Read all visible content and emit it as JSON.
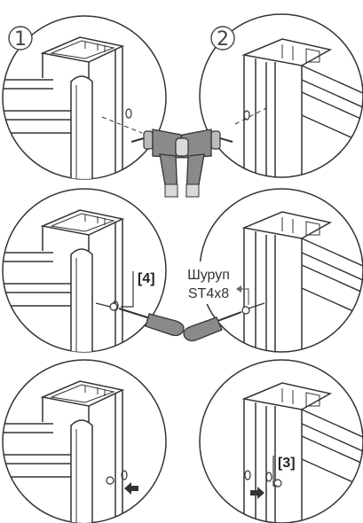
{
  "steps": [
    {
      "number": "1"
    },
    {
      "number": "2"
    }
  ],
  "labels": {
    "part_ref_left": "[4]",
    "part_ref_right": "[3]",
    "screw_name": "Шуруп",
    "screw_size": "ST4x8"
  },
  "colors": {
    "line": "#333333",
    "tool_gray": "#8a8a8a",
    "tool_light": "#d9d9d9",
    "background": "#ffffff"
  },
  "icons": [
    "drill-icon",
    "screwdriver-icon",
    "arrow-icon",
    "screw-icon"
  ]
}
